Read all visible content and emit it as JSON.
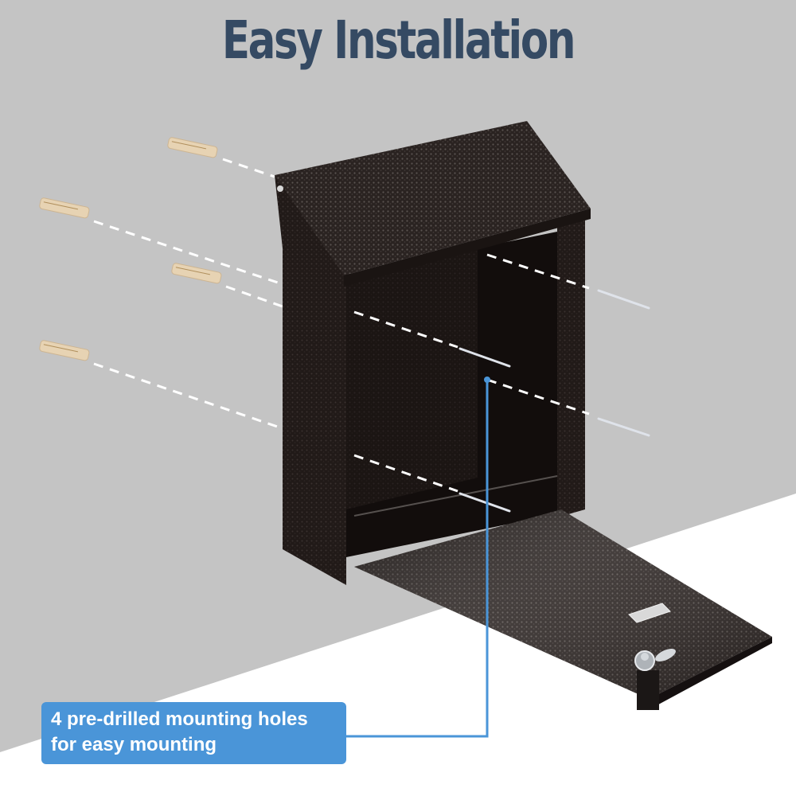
{
  "title": "Easy Installation",
  "callout": {
    "line1": "4 pre-drilled mounting holes",
    "line2": "for easy mounting"
  },
  "colors": {
    "title": "#354a63",
    "wall_gray": "#c4c4c4",
    "floor_white": "#ffffff",
    "callout_bg": "#4a95d8",
    "leader_line": "#4a95d8",
    "mailbox_body": "#221a18",
    "wall_anchor": "#e7d3b3"
  },
  "illustration": {
    "subject": "black textured wall-mount mailbox with open drop-down lid",
    "wall_anchors": 4,
    "screws": 4,
    "lock": "cam lock with silver tongue",
    "label_slot": "nameplate window on lid"
  }
}
